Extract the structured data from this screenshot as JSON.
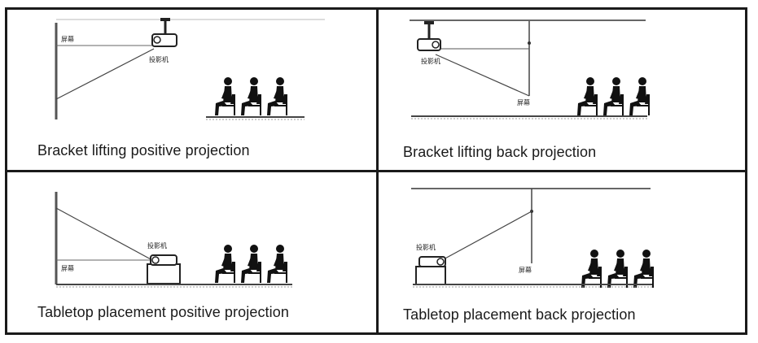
{
  "panels": [
    {
      "id": "bracket-front",
      "caption": "Bracket lifting positive projection",
      "screen_label": "屏幕",
      "projector_label": "投影机"
    },
    {
      "id": "bracket-back",
      "caption": "Bracket lifting back projection",
      "screen_label": "屏幕",
      "projector_label": "投影机"
    },
    {
      "id": "tabletop-front",
      "caption": "Tabletop placement positive projection",
      "screen_label": "屏幕",
      "projector_label": "投影机"
    },
    {
      "id": "tabletop-back",
      "caption": "Tabletop placement back projection",
      "screen_label": "屏幕",
      "projector_label": "投影机"
    }
  ]
}
